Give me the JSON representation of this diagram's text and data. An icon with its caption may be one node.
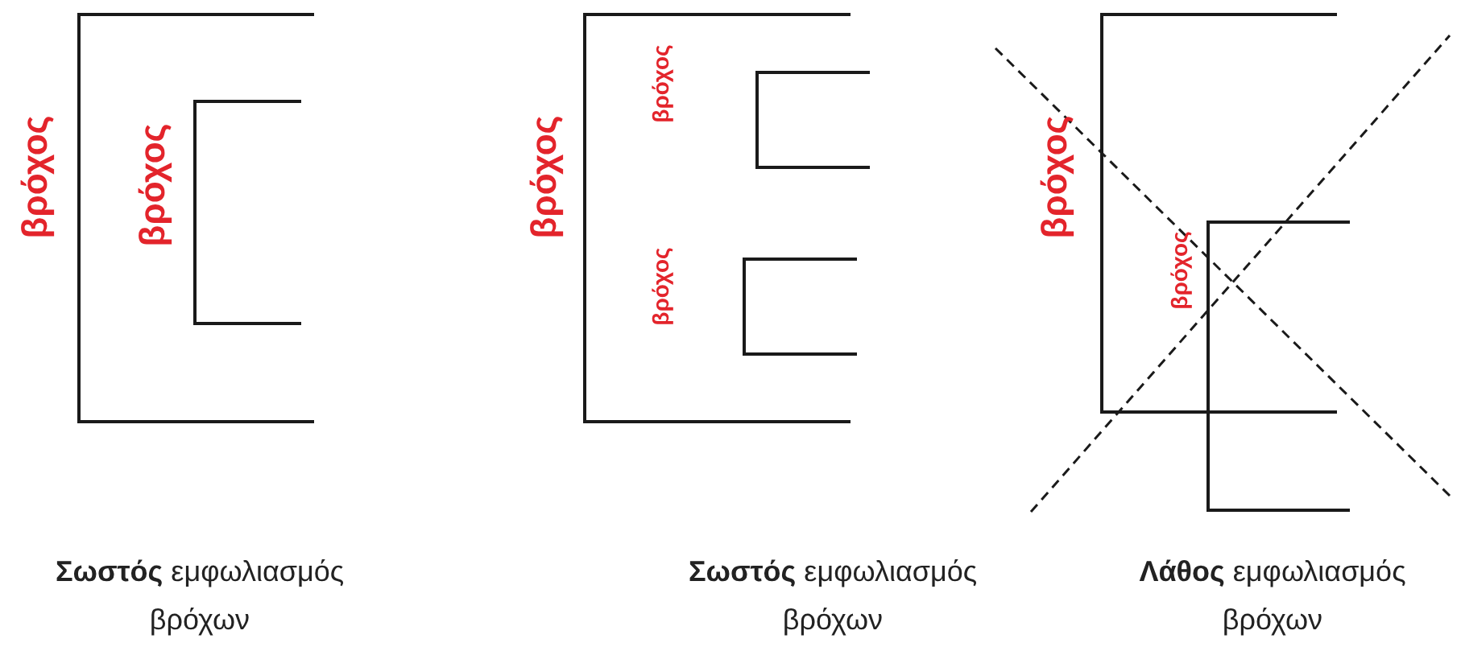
{
  "diagram": {
    "nodes": [
      {
        "text": [
          "βρόχος"
        ]
      },
      {
        "text": [
          "βρόχος"
        ],
        "in": 0
      },
      {
        "text": [
          "βρόχος"
        ]
      },
      {
        "text": [
          "βρόχος"
        ],
        "in": 2
      },
      {
        "text": [
          "βρόχος"
        ],
        "in": 2
      },
      {
        "text": [
          "βρόχος"
        ]
      },
      {
        "text": [
          "βρόχος"
        ]
      }
    ],
    "edges": [],
    "labels": [
      "**Σωστός** εμφωλιασμός βρόχων",
      "**Σωστός** εμφωλιασμός βρόχων",
      "**Λάθος** εμφωλιασμός βρόχων"
    ]
  }
}
